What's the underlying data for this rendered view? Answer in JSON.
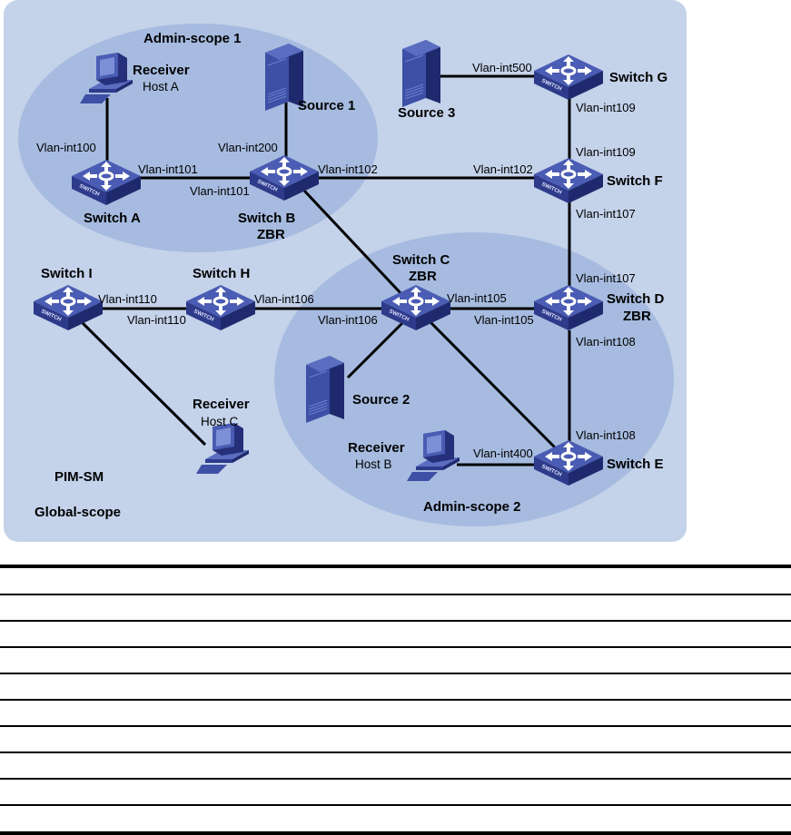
{
  "diagram": {
    "title_scopes": {
      "admin_scope_1": "Admin-scope 1",
      "admin_scope_2": "Admin-scope 2",
      "pim_sm": "PIM-SM",
      "global_scope": "Global-scope"
    },
    "colors": {
      "frame_bg": "#c4d2ea",
      "scope_bg": "#a6bbdf",
      "device_dark": "#26307a",
      "device_mid": "#3e4fa6",
      "device_light": "#5a6dc0",
      "link": "#000000"
    },
    "switches": {
      "A": {
        "name": "Switch A"
      },
      "B": {
        "name": "Switch B",
        "role": "ZBR"
      },
      "C": {
        "name": "Switch C",
        "role": "ZBR"
      },
      "D": {
        "name": "Switch D",
        "role": "ZBR"
      },
      "E": {
        "name": "Switch E"
      },
      "F": {
        "name": "Switch F"
      },
      "G": {
        "name": "Switch G"
      },
      "H": {
        "name": "Switch H"
      },
      "I": {
        "name": "Switch I"
      },
      "icon_text": "SWITCH"
    },
    "hosts": {
      "host_a": {
        "role": "Receiver",
        "name": "Host A"
      },
      "host_b": {
        "role": "Receiver",
        "name": "Host B"
      },
      "host_c": {
        "role": "Receiver",
        "name": "Host C"
      }
    },
    "sources": {
      "source_1": "Source 1",
      "source_2": "Source 2",
      "source_3": "Source 3"
    },
    "interfaces": {
      "a_host": "Vlan-int100",
      "a_b": "Vlan-int101",
      "b_a": "Vlan-int101",
      "b_source1": "Vlan-int200",
      "b_f": "Vlan-int102",
      "f_b": "Vlan-int102",
      "g_source3": "Vlan-int500",
      "g_f": "Vlan-int109",
      "f_g": "Vlan-int109",
      "f_d": "Vlan-int107",
      "d_f": "Vlan-int107",
      "i_h": "Vlan-int110",
      "h_i": "Vlan-int110",
      "h_c": "Vlan-int106",
      "c_h": "Vlan-int106",
      "c_d": "Vlan-int105",
      "d_c": "Vlan-int105",
      "d_e": "Vlan-int108",
      "e_d": "Vlan-int108",
      "e_hostb": "Vlan-int400"
    }
  },
  "table": {
    "rows": 10,
    "cells": []
  }
}
